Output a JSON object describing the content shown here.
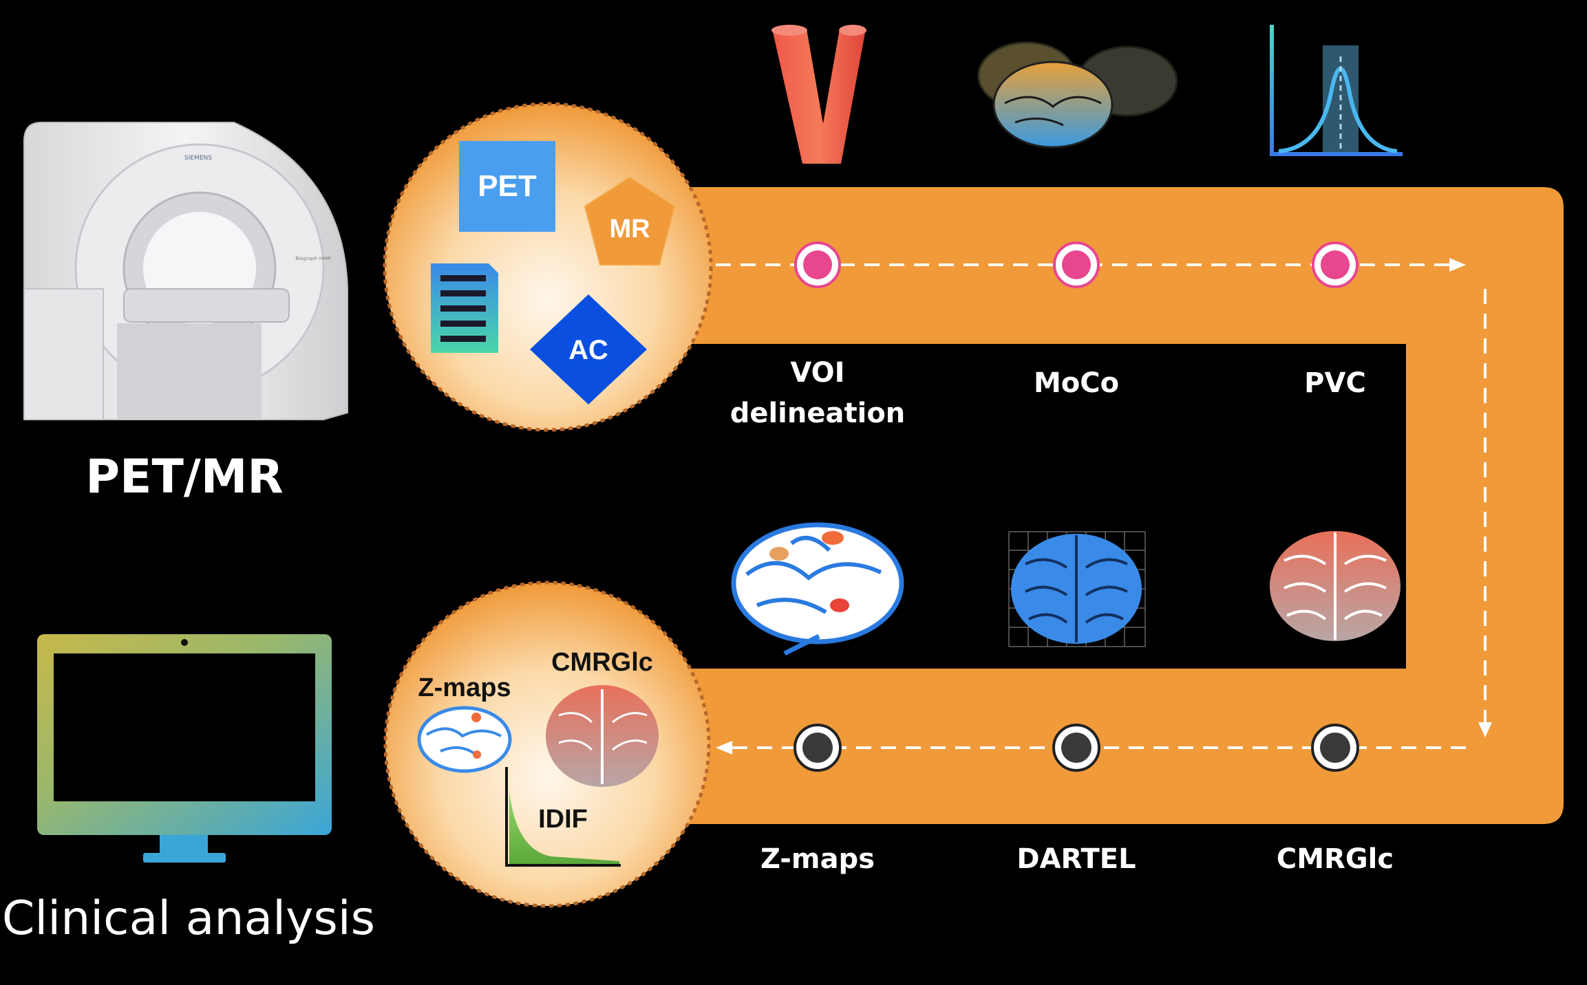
{
  "scanner_label": "PET/MR",
  "clinical_label": "Clinical analysis",
  "scanner": {
    "brand": "SIEMENS",
    "model": "Biograph mMR"
  },
  "input_circle": {
    "pet": "PET",
    "mr": "MR",
    "ac": "AC"
  },
  "output_circle": {
    "zmaps": "Z-maps",
    "cmrglc": "CMRGlc",
    "idif": "IDIF"
  },
  "top_steps": [
    {
      "line1": "VOI",
      "line2": "delineation"
    },
    {
      "line1": "MoCo"
    },
    {
      "line1": "PVC"
    }
  ],
  "bottom_steps": [
    {
      "label": "Z-maps"
    },
    {
      "label": "DARTEL"
    },
    {
      "label": "CMRGlc"
    }
  ],
  "colors": {
    "background": "#000000",
    "pipeline": "#f09a3a",
    "top_node": "#e8468f",
    "bottom_node": "#3a3a3a",
    "pet_box": "#4a9ef0",
    "ac_diamond": "#0a4fe0",
    "mr_pentagon": "#f09a3a"
  },
  "icons": {
    "vessel": "blood-vessel-icon",
    "moco": "motion-brains-icon",
    "pvc": "gaussian-curve-icon",
    "zmaps": "brain-outline-icon",
    "dartel": "brain-grid-icon",
    "cmrglc": "brain-gradient-icon",
    "monitor": "monitor-icon",
    "scanner": "pet-mr-scanner-icon"
  }
}
